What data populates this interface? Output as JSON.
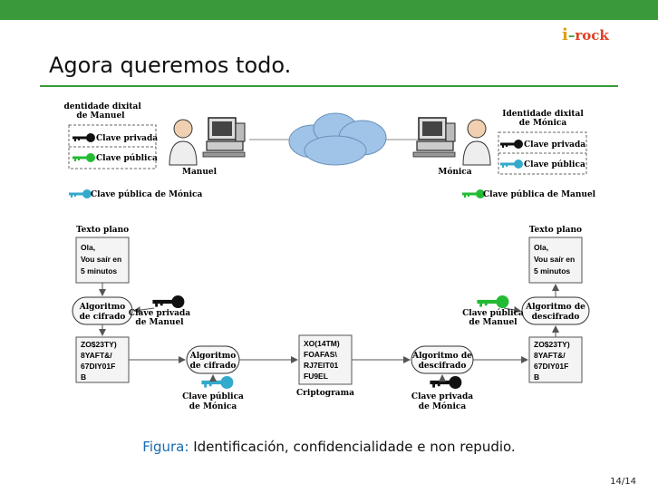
{
  "slide": {
    "title": "Agora queremos todo.",
    "logo": {
      "i": "i",
      "dash": "–",
      "rest": "rock"
    },
    "caption_label": "Figura:",
    "caption_text": "Identificación, confidencialidade e non repudio.",
    "page_number": "14/14",
    "accent_color": "#3a9a3a"
  },
  "diagram": {
    "left_identity": {
      "title_line1": "Identidade dixital",
      "title_line2": "de Manuel",
      "private_key": "Clave privada",
      "public_key": "Clave pública",
      "person": "Manuel"
    },
    "right_identity": {
      "title_line1": "Identidade dixital",
      "title_line2": "de Mónica",
      "private_key": "Clave privada",
      "public_key": "Clave pública",
      "person": "Mónica"
    },
    "left_has_key": "Clave pública de Mónica",
    "right_has_key": "Clave pública de Manuel",
    "plain_left": {
      "label": "Texto plano",
      "line1": "Ola,",
      "line2": "Vou saír en",
      "line3": "5 minutos"
    },
    "plain_right": {
      "label": "Texto plano",
      "line1": "Ola,",
      "line2": "Vou saír en",
      "line3": "5 minutos"
    },
    "alg_sign": {
      "line1": "Algoritmo",
      "line2": "de cifrado"
    },
    "alg_sign_key": {
      "line1": "Clave privada",
      "line2": "de Manuel"
    },
    "alg_verify": {
      "line1": "Algoritmo de",
      "line2": "descifrado"
    },
    "alg_verify_key": {
      "line1": "Clave pública",
      "line2": "de Manuel"
    },
    "signed_left": {
      "line1": "ZO$23TY)",
      "line2": "8YAFT&/",
      "line3": "67DIY01F",
      "line4": "B"
    },
    "signed_right": {
      "line1": "ZO$23TY)",
      "line2": "8YAFT&/",
      "line3": "67DIY01F",
      "line4": "B"
    },
    "alg_encrypt": {
      "line1": "Algoritmo",
      "line2": "de cifrado"
    },
    "alg_encrypt_key": {
      "line1": "Clave pública",
      "line2": "de Mónica"
    },
    "cryptogram": {
      "line1": "XO(14TM)",
      "line2": "FOAFAS\\",
      "line3": "RJ7EIT01",
      "line4": "FU9EL",
      "label": "Criptograma"
    },
    "alg_decrypt": {
      "line1": "Algoritmo de",
      "line2": "descifrado"
    },
    "alg_decrypt_key": {
      "line1": "Clave privada",
      "line2": "de Mónica"
    },
    "colors": {
      "private_key": "#111111",
      "public_key_manuel": "#22bb33",
      "public_key_monica": "#33aacc",
      "cloud": "#9fc4e8"
    }
  }
}
